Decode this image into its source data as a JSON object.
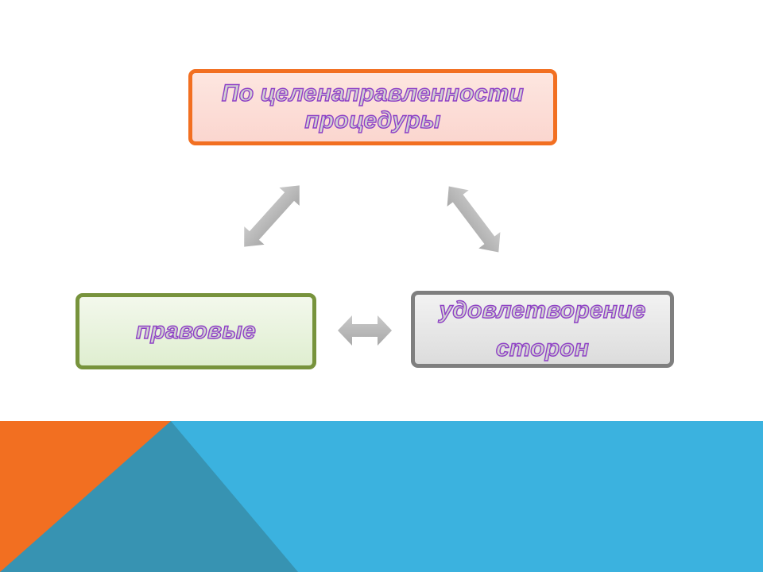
{
  "diagram": {
    "top_box": {
      "lines": [
        "По целенаправленности",
        "процедуры"
      ],
      "border_color": "#f26f21"
    },
    "left_box": {
      "lines": [
        "правовые"
      ],
      "border_color": "#77933c"
    },
    "right_box": {
      "lines": [
        "удовлетворение",
        "сторон"
      ],
      "border_color": "#7f7f7f"
    },
    "connectors": [
      "top-left double arrow",
      "top-right double arrow",
      "left-right double arrow"
    ],
    "text_color": "#d1d1d1",
    "text_outline_color": "#8e3fc6"
  },
  "theme": {
    "accent_orange": "#f26f21",
    "accent_blue": "#3bb2df",
    "accent_dark_blue": "#3793b2"
  }
}
